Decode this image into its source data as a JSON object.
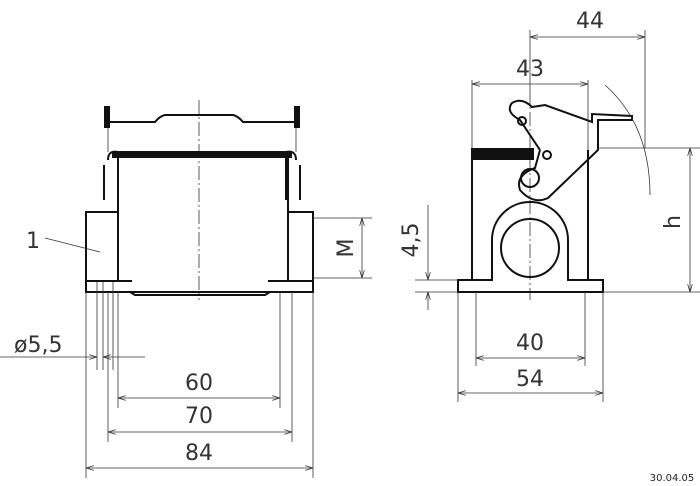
{
  "title": "Housing dimension drawing",
  "front_view": {
    "part_label": "1",
    "hole_diameter": "ø5,5",
    "dim_60": "60",
    "dim_70": "70",
    "dim_84": "84",
    "dim_M": "M"
  },
  "side_view": {
    "dim_44": "44",
    "dim_43": "43",
    "dim_4_5": "4,5",
    "dim_h": "h",
    "dim_40": "40",
    "dim_54": "54"
  },
  "date_stamp": "30.04.05"
}
